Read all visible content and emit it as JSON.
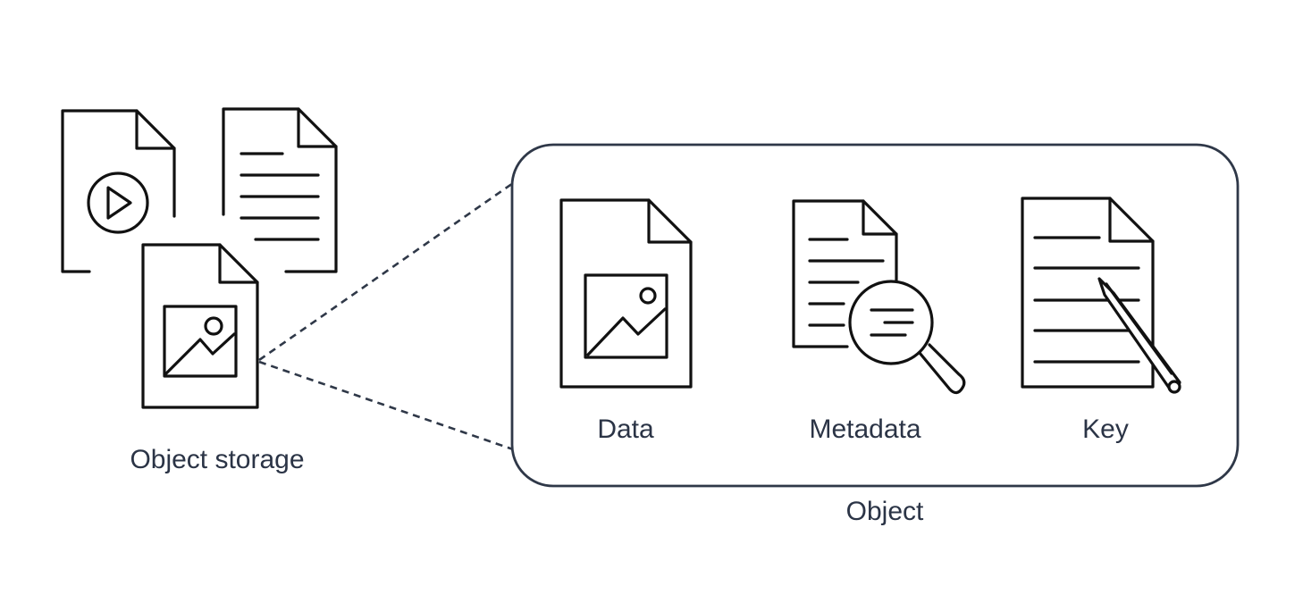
{
  "labels": {
    "object_storage": "Object storage",
    "data": "Data",
    "metadata": "Metadata",
    "key": "Key",
    "object": "Object"
  },
  "icons": {
    "video_file": "video-file-icon",
    "text_file": "text-document-icon",
    "image_file": "image-file-icon",
    "data": "image-file-icon",
    "metadata": "document-magnifier-icon",
    "key": "document-pen-icon"
  },
  "colors": {
    "label_text": "#2b3446",
    "icon_stroke": "#111111",
    "connector": "#2f3848"
  }
}
